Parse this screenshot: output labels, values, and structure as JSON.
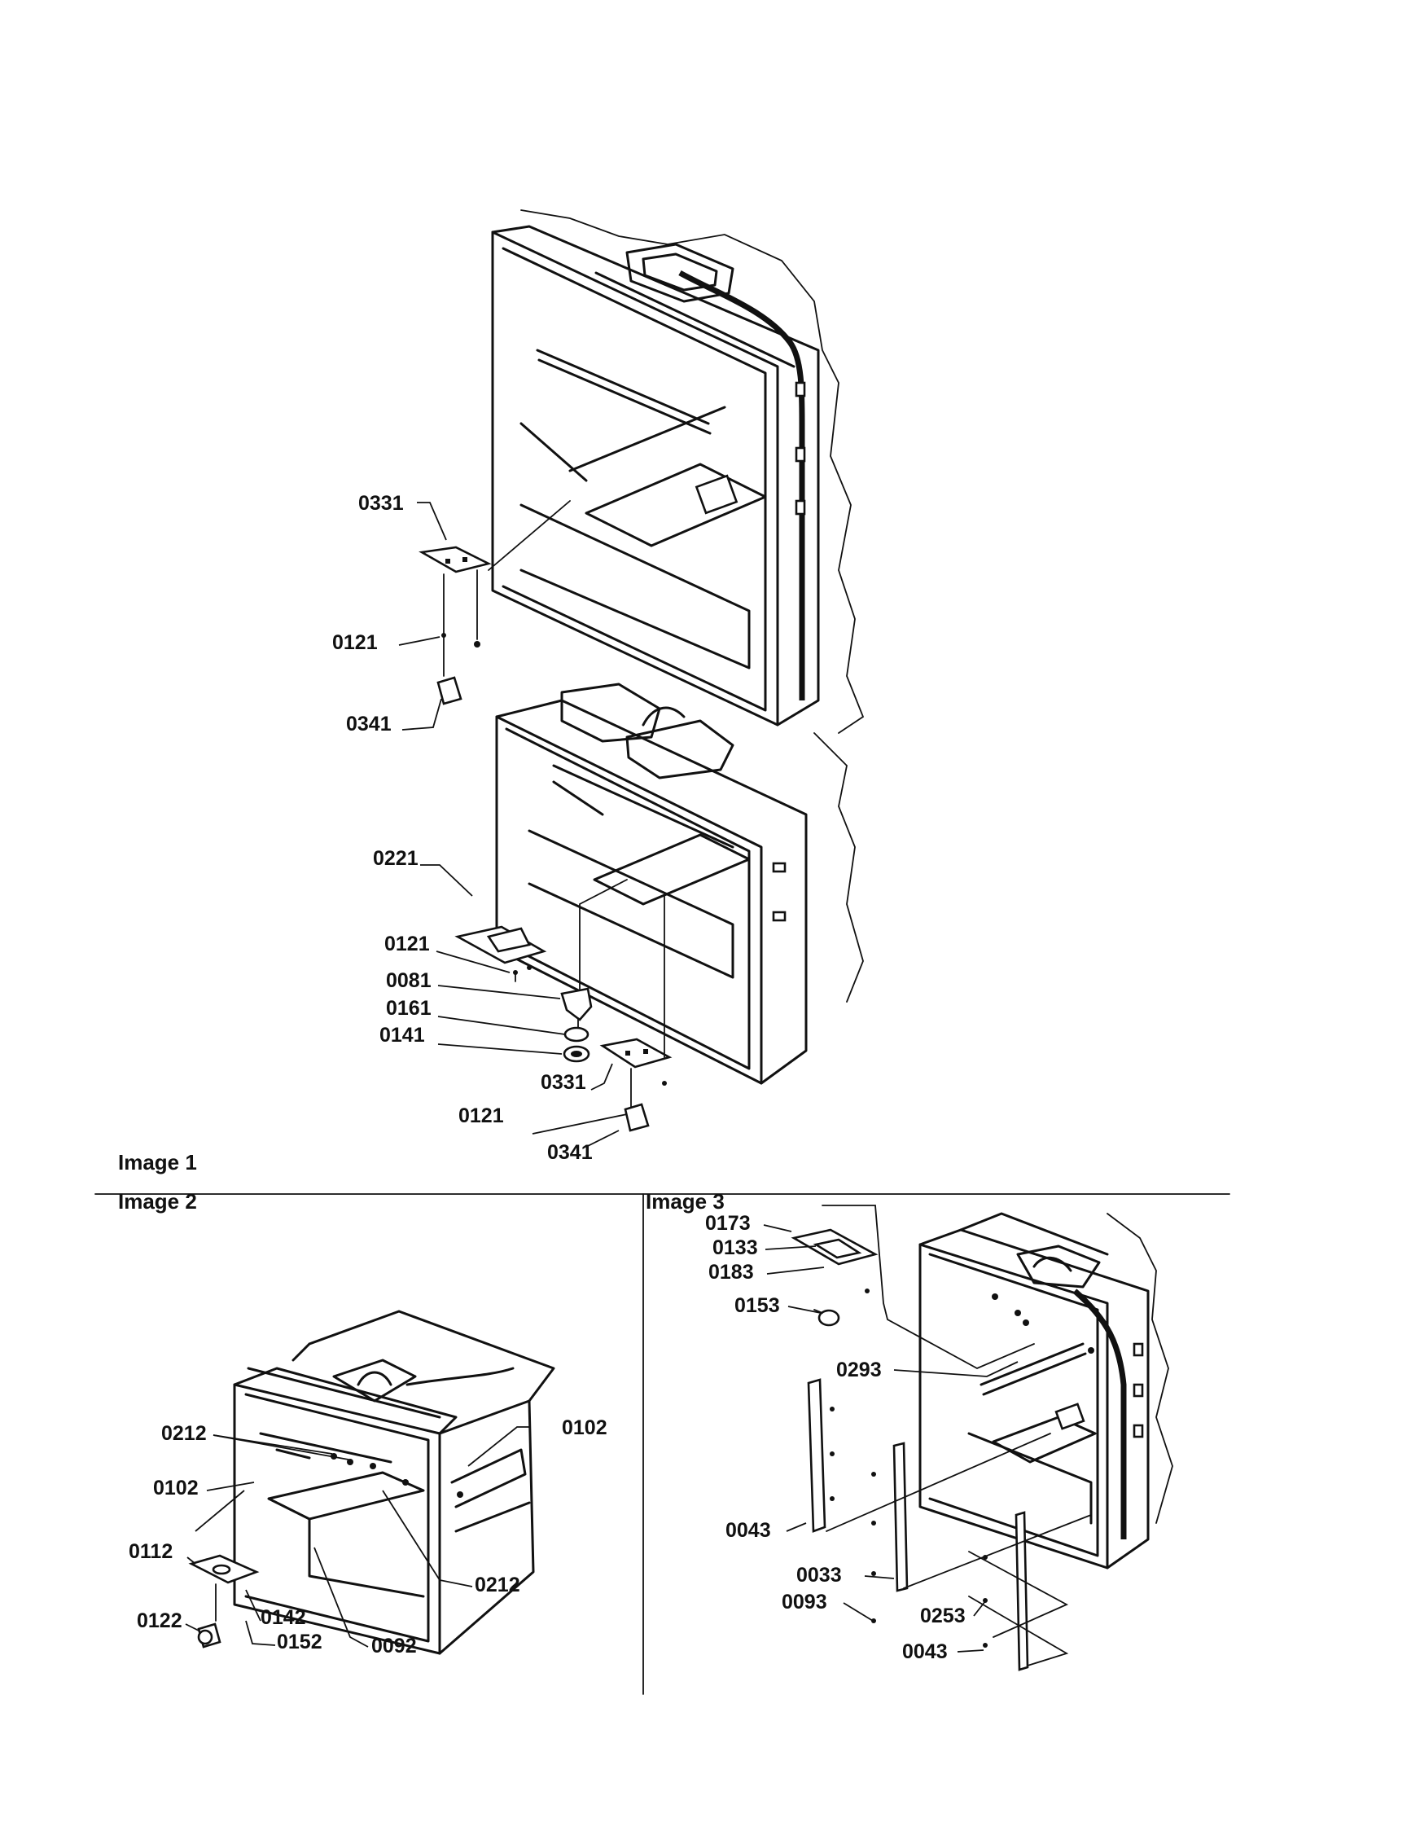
{
  "panels": {
    "image1": {
      "title": "Image 1"
    },
    "image2": {
      "title": "Image 2"
    },
    "image3": {
      "title": "Image 3"
    }
  },
  "image1": {
    "parts": [
      "0331",
      "0121",
      "0341",
      "0221",
      "0121",
      "0081",
      "0161",
      "0141",
      "0331",
      "0121",
      "0341"
    ]
  },
  "image2": {
    "parts": [
      "0212",
      "0102",
      "0102",
      "0112",
      "0122",
      "0142",
      "0152",
      "0092",
      "0212"
    ]
  },
  "image3": {
    "parts": [
      "0173",
      "0133",
      "0183",
      "0153",
      "0293",
      "0043",
      "0033",
      "0093",
      "0253",
      "0043"
    ]
  }
}
